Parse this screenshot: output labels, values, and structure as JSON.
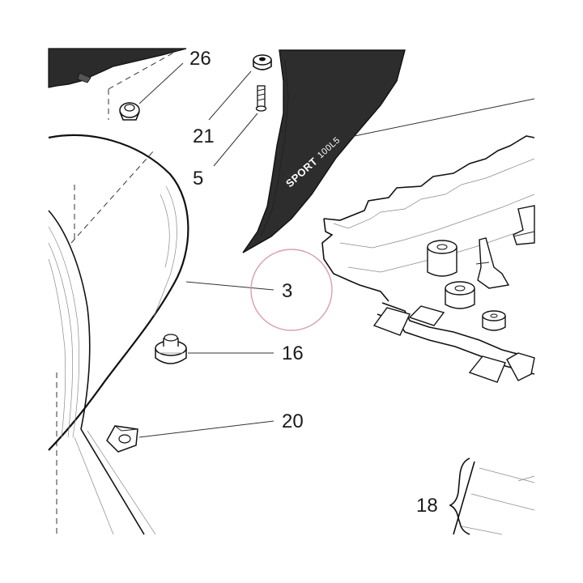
{
  "diagram": {
    "callouts": {
      "c26": "26",
      "c21": "21",
      "c5": "5",
      "c3": "3",
      "c16": "16",
      "c20": "20",
      "c18": "18"
    },
    "mudflap_stamp": "SPORT",
    "mudflap_stamp_small": "100L5",
    "highlight_color": "#d8a0a8",
    "line_color": "#111111"
  }
}
